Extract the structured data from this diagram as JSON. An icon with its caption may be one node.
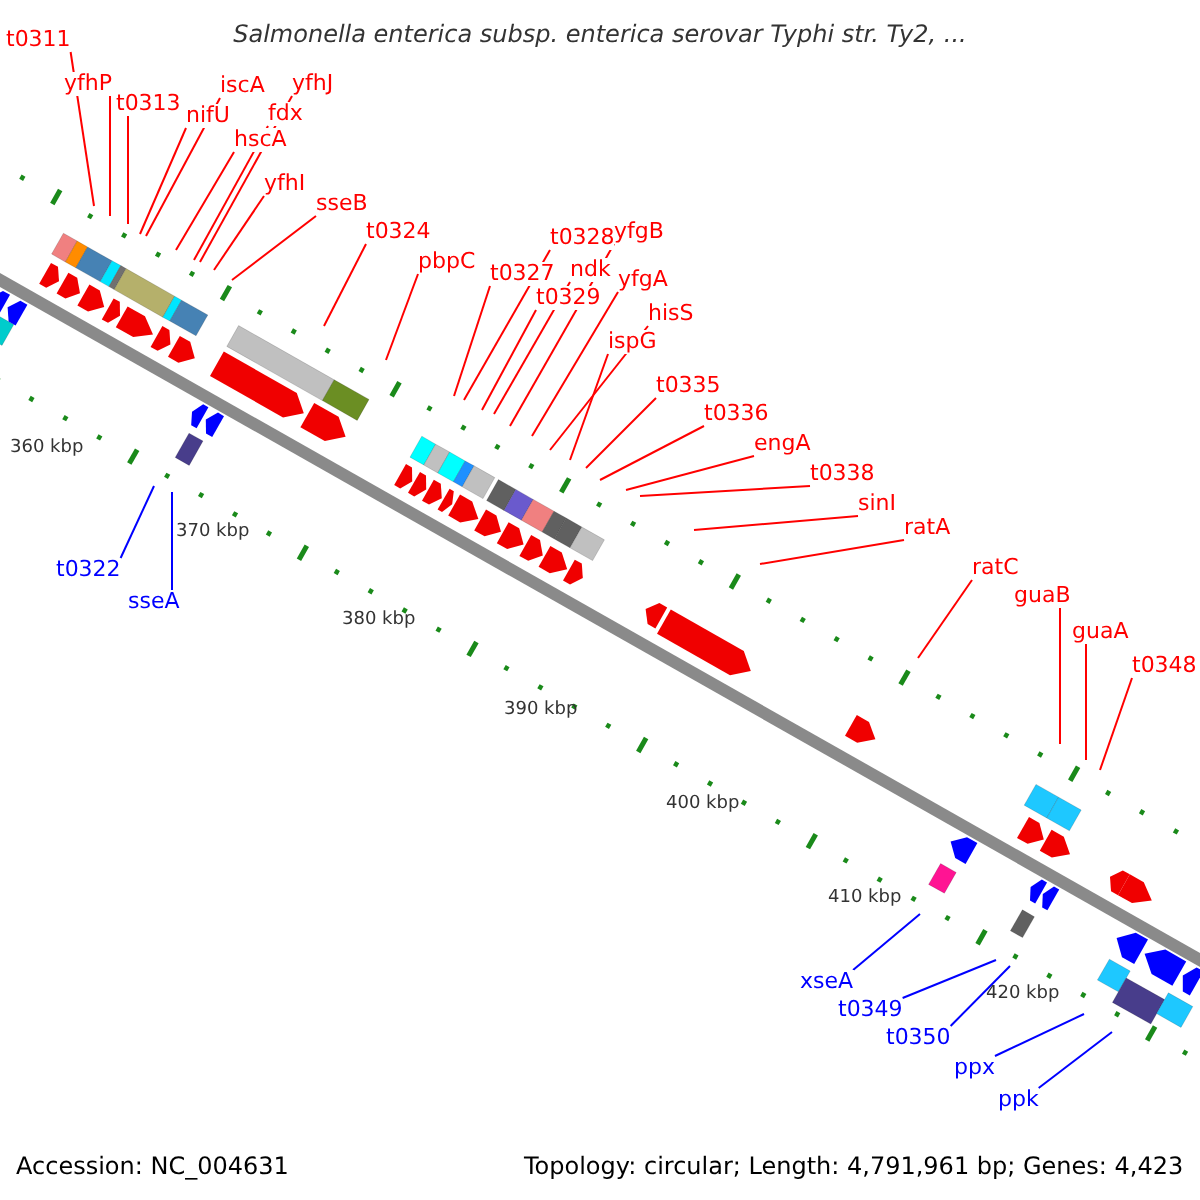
{
  "diagram": {
    "title": "Salmonella enterica subsp. enterica serovar Typhi str. Ty2, ...",
    "nodes": [
      {
        "text": [
          "t0311"
        ]
      },
      {
        "text": [
          "yfhP"
        ]
      },
      {
        "text": [
          "t0313"
        ]
      },
      {
        "text": [
          "iscA"
        ]
      },
      {
        "text": [
          "nifU"
        ]
      },
      {
        "text": [
          "yfhJ"
        ]
      },
      {
        "text": [
          "fdx"
        ]
      },
      {
        "text": [
          "hscA"
        ]
      },
      {
        "text": [
          "yfhI"
        ]
      },
      {
        "text": [
          "sseB"
        ]
      },
      {
        "text": [
          "t0324"
        ]
      },
      {
        "text": [
          "pbpC"
        ]
      },
      {
        "text": [
          "t0327"
        ]
      },
      {
        "text": [
          "t0328"
        ]
      },
      {
        "text": [
          "yfgB"
        ]
      },
      {
        "text": [
          "ndk"
        ]
      },
      {
        "text": [
          "t0329"
        ]
      },
      {
        "text": [
          "yfgA"
        ]
      },
      {
        "text": [
          "hisS"
        ]
      },
      {
        "text": [
          "ispG"
        ]
      },
      {
        "text": [
          "t0335"
        ]
      },
      {
        "text": [
          "t0336"
        ]
      },
      {
        "text": [
          "engA"
        ]
      },
      {
        "text": [
          "t0338"
        ]
      },
      {
        "text": [
          "sinI"
        ]
      },
      {
        "text": [
          "ratA"
        ]
      },
      {
        "text": [
          "ratC"
        ]
      },
      {
        "text": [
          "guaB"
        ]
      },
      {
        "text": [
          "guaA"
        ]
      },
      {
        "text": [
          "t0348"
        ]
      },
      {
        "text": [
          "t0322"
        ]
      },
      {
        "text": [
          "sseA"
        ]
      },
      {
        "text": [
          "xseA"
        ]
      },
      {
        "text": [
          "t0349"
        ]
      },
      {
        "text": [
          "t0350"
        ]
      },
      {
        "text": [
          "ppx"
        ]
      },
      {
        "text": [
          "ppk"
        ]
      }
    ],
    "edges": [
      {
        "from": 0,
        "to": null,
        "arrow": "none"
      },
      {
        "from": 1,
        "to": null,
        "arrow": "none"
      },
      {
        "from": 2,
        "to": null,
        "arrow": "none"
      },
      {
        "from": 3,
        "to": null,
        "arrow": "none"
      },
      {
        "from": 4,
        "to": null,
        "arrow": "none"
      },
      {
        "from": 5,
        "to": null,
        "arrow": "none"
      },
      {
        "from": 6,
        "to": null,
        "arrow": "none"
      },
      {
        "from": 7,
        "to": null,
        "arrow": "none"
      },
      {
        "from": 8,
        "to": null,
        "arrow": "none"
      },
      {
        "from": 9,
        "to": null,
        "arrow": "none"
      },
      {
        "from": 10,
        "to": null,
        "arrow": "none"
      },
      {
        "from": 11,
        "to": null,
        "arrow": "none"
      },
      {
        "from": 12,
        "to": null,
        "arrow": "none"
      },
      {
        "from": 13,
        "to": null,
        "arrow": "none"
      },
      {
        "from": 14,
        "to": null,
        "arrow": "none"
      },
      {
        "from": 15,
        "to": null,
        "arrow": "none"
      },
      {
        "from": 16,
        "to": null,
        "arrow": "none"
      },
      {
        "from": 17,
        "to": null,
        "arrow": "none"
      },
      {
        "from": 18,
        "to": null,
        "arrow": "none"
      },
      {
        "from": 19,
        "to": null,
        "arrow": "none"
      },
      {
        "from": 20,
        "to": null,
        "arrow": "none"
      },
      {
        "from": 21,
        "to": null,
        "arrow": "none"
      },
      {
        "from": 22,
        "to": null,
        "arrow": "none"
      },
      {
        "from": 23,
        "to": null,
        "arrow": "none"
      },
      {
        "from": 24,
        "to": null,
        "arrow": "none"
      },
      {
        "from": 25,
        "to": null,
        "arrow": "none"
      },
      {
        "from": 26,
        "to": null,
        "arrow": "none"
      },
      {
        "from": 27,
        "to": null,
        "arrow": "none"
      },
      {
        "from": 28,
        "to": null,
        "arrow": "none"
      },
      {
        "from": 29,
        "to": null,
        "arrow": "none"
      },
      {
        "from": 30,
        "to": null,
        "arrow": "none",
        "color": "#0000ff"
      },
      {
        "from": 31,
        "to": null,
        "arrow": "none",
        "color": "#0000ff"
      },
      {
        "from": 32,
        "to": null,
        "arrow": "none",
        "color": "#0000ff"
      },
      {
        "from": 33,
        "to": null,
        "arrow": "none",
        "color": "#0000ff"
      },
      {
        "from": 34,
        "to": null,
        "arrow": "none",
        "color": "#0000ff"
      },
      {
        "from": 35,
        "to": null,
        "arrow": "none",
        "color": "#0000ff"
      },
      {
        "from": 36,
        "to": null,
        "arrow": "none",
        "color": "#0000ff"
      }
    ],
    "labels": [
      "360 kbp",
      "370 kbp",
      "380 kbp",
      "390 kbp",
      "400 kbp",
      "410 kbp",
      "420 kbp",
      "Accession: NC_004631",
      "Topology: circular; Length: 4,791,961 bp; Genes: 4,423"
    ]
  }
}
